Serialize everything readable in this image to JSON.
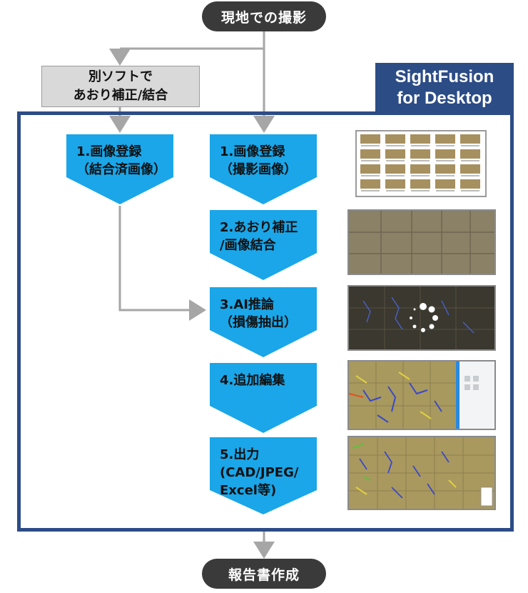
{
  "start_label": "現地での撮影",
  "end_label": "報告書作成",
  "external_step": {
    "line1": "別ソフトで",
    "line2": "あおり補正/結合"
  },
  "brand": {
    "line1": "SightFusion",
    "line2": "for Desktop"
  },
  "left_step": {
    "line1": "1.画像登録",
    "line2": "（結合済画像）"
  },
  "steps": [
    {
      "line1": "1.画像登録",
      "line2": "（撮影画像）",
      "line3": ""
    },
    {
      "line1": "2.あおり補正",
      "line2": "/画像結合",
      "line3": ""
    },
    {
      "line1": "3.AI推論",
      "line2": "（損傷抽出）",
      "line3": ""
    },
    {
      "line1": "4.追加編集",
      "line2": "",
      "line3": ""
    },
    {
      "line1": "5.出力",
      "line2": "(CAD/JPEG/",
      "line3": "Excel等)"
    }
  ],
  "colors": {
    "step_fill": "#1aa6e8",
    "frame": "#2c4c86",
    "pill": "#3a3a3a",
    "arrow": "#a6a6a6",
    "gray_box": "#d9d9d9"
  }
}
